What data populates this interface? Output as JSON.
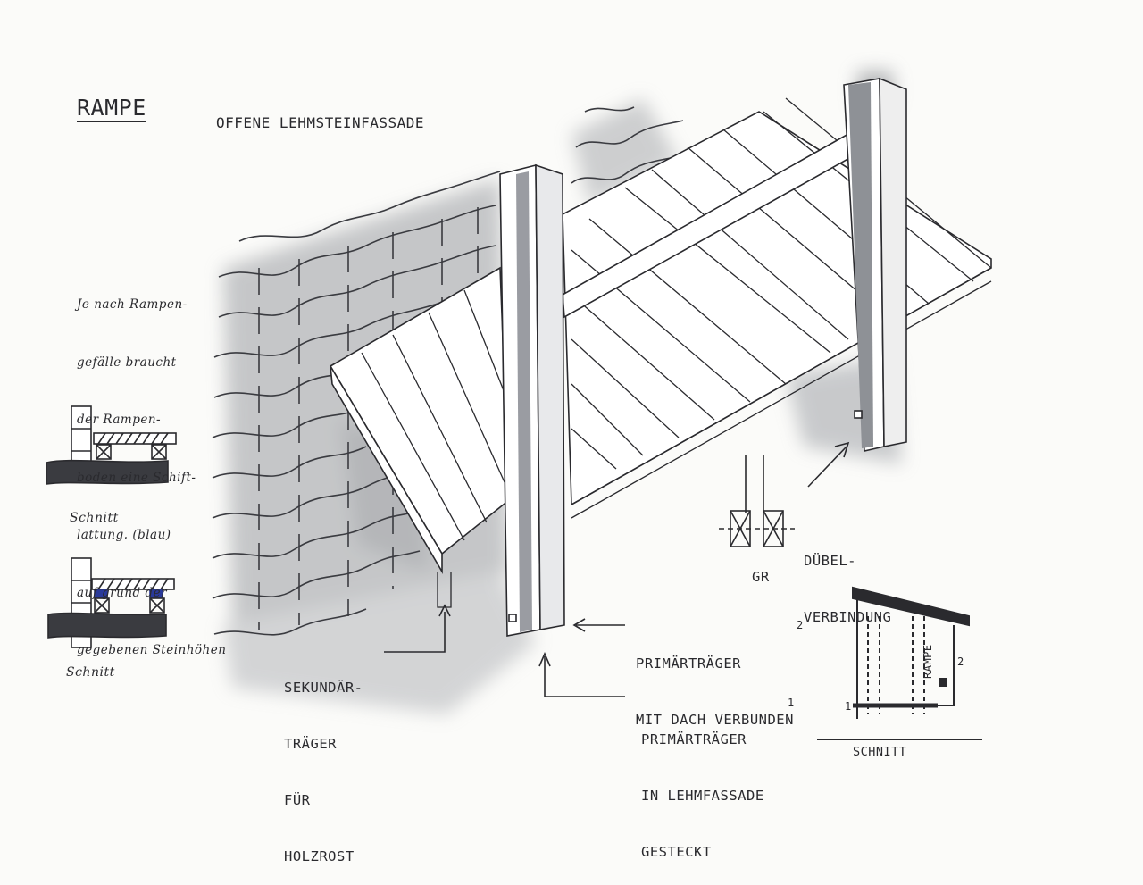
{
  "title": "RAMPE",
  "subtitle": "OFFENE LEHMSTEINFASSADE",
  "note_lines": [
    "Je nach Rampen-",
    "gefälle braucht",
    "der Rampen-",
    "boden eine Schift-",
    "lattung. (blau)",
    "auf grund der",
    "gegebenen Steinhöhen"
  ],
  "section_label_1": "Schnitt",
  "section_label_2": "Schnitt",
  "label_sekundaer": [
    "SEKUNDÄR-",
    "TRÄGER",
    "FÜR",
    "HOLZROST"
  ],
  "label_primaer_dach": [
    "PRIMÄRTRÄGER",
    "MIT DACH VERBUNDEN"
  ],
  "label_primaer_dach_num": "2",
  "label_primaer_lehm": [
    "PRIMÄRTRÄGER",
    "IN LEHMFASSADE",
    "GESTECKT"
  ],
  "label_primaer_lehm_num": "1",
  "label_duebel": [
    "DÜBEL-",
    "VERBINDUNG"
  ],
  "label_gr": "GR",
  "section_schnitt": "SCHNITT",
  "section_rampe": "RAMPE",
  "section_num_1": "1",
  "section_num_2": "2",
  "colors": {
    "ink": "#2a2a2e",
    "wash": "#8e9196",
    "blue": "#2a3a9a",
    "paper": "#fbfbf9"
  }
}
